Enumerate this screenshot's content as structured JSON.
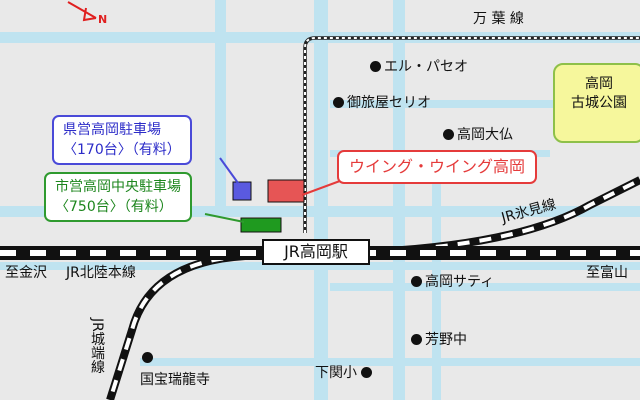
{
  "north_mark": "N",
  "callouts": {
    "prefectural_parking_name": "県営高岡駐車場",
    "prefectural_parking_info": "〈170台〉（有料）",
    "municipal_parking_name": "市営高岡中央駐車場",
    "municipal_parking_info": "〈750台〉（有料）",
    "wing_wing": "ウイング・ウイング高岡"
  },
  "station_label": "JR高岡駅",
  "lines": {
    "manyo": "万 葉 線",
    "himi": "JR氷見線",
    "hokuriku": "JR北陸本線",
    "johana": "JR城端線"
  },
  "directions": {
    "kanazawa": "至金沢",
    "toyama": "至富山"
  },
  "landmarks": {
    "el_paseo": "エル・パセオ",
    "otabiya": "御旅屋セリオ",
    "daibutsu": "高岡大仏",
    "satie": "高岡サティ",
    "hagano": "芳野中",
    "shimozeki": "下関小",
    "zuiryuji": "国宝瑞龍寺"
  },
  "park": {
    "line1": "高岡",
    "line2": "古城公園"
  },
  "colors": {
    "background": "#e9e9e9",
    "road": "#bfe3f0",
    "rail": "#111111",
    "pref_parking": "#5a5ae0",
    "muni_parking": "#1f9a1f",
    "wing": "#e65555",
    "park_fill": "#f6f79c"
  }
}
